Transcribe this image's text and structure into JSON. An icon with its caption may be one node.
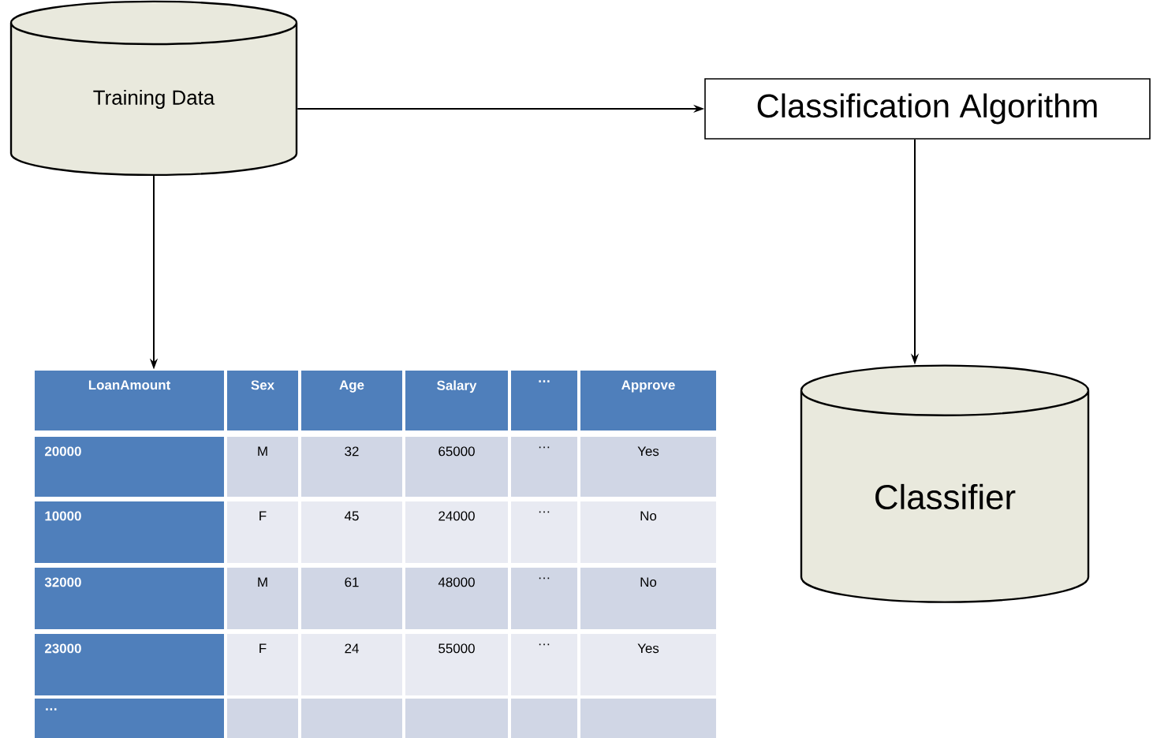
{
  "diagram": {
    "nodes": [
      {
        "text": [
          "Training Data"
        ]
      },
      {
        "text": [
          "Classification Algorithm"
        ]
      },
      {
        "text": [
          "Classifier"
        ]
      },
      {
        "text": [],
        "shape": "box"
      }
    ],
    "edges": [
      {
        "from": 0,
        "to": 1,
        "arrow": "to"
      },
      {
        "from": 0,
        "to": 3,
        "arrow": "to"
      },
      {
        "from": 1,
        "to": 2,
        "arrow": "to"
      }
    ],
    "labels": [
      "LoanAmount",
      "Sex",
      "Age",
      "Salary",
      "…",
      "Approve",
      "20000",
      "M",
      "32",
      "65000",
      "…",
      "Yes",
      "10000",
      "F",
      "45",
      "24000",
      "…",
      "No",
      "32000",
      "M",
      "61",
      "48000",
      "…",
      "No",
      "23000",
      "F",
      "24",
      "55000",
      "…",
      "Yes",
      "…"
    ]
  }
}
